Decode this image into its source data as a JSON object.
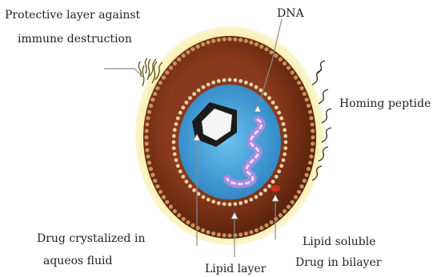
{
  "labels": {
    "protective_line1": "Protective layer against",
    "protective_line2": "immune destruction",
    "dna": "DNA",
    "homing": "Homing peptide",
    "drug_crystal_line1": "Drug crystalized in",
    "drug_crystal_line2": "aqueos fluid",
    "lipid_layer": "Lipid layer",
    "lipid_soluble_line1": "Lipid soluble",
    "lipid_soluble_line2": "Drug in bilayer"
  },
  "colors": {
    "outer_glow": "#f2e277",
    "bilayer": "#7a3318",
    "core": "#3fa0d8",
    "dna": "#b79be6",
    "crystal": "#f4f4f4",
    "leader": "#888888"
  },
  "icons": [
    "peg-strand-icon",
    "homing-peptide-icon",
    "dna-helix-icon",
    "drug-crystal-icon"
  ]
}
